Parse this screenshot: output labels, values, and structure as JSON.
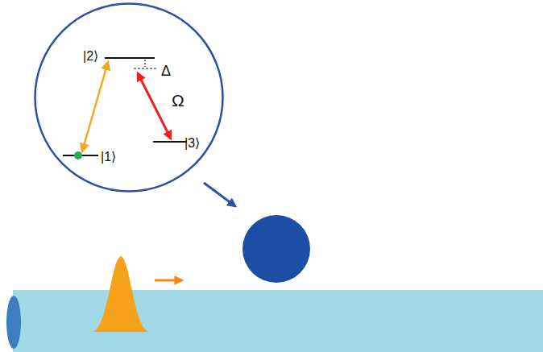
{
  "diagram": {
    "nodes": [
      {
        "text": [
          "|2⟩",
          "Δ",
          "Ω",
          "|1⟩",
          "|3⟩"
        ]
      }
    ]
  }
}
